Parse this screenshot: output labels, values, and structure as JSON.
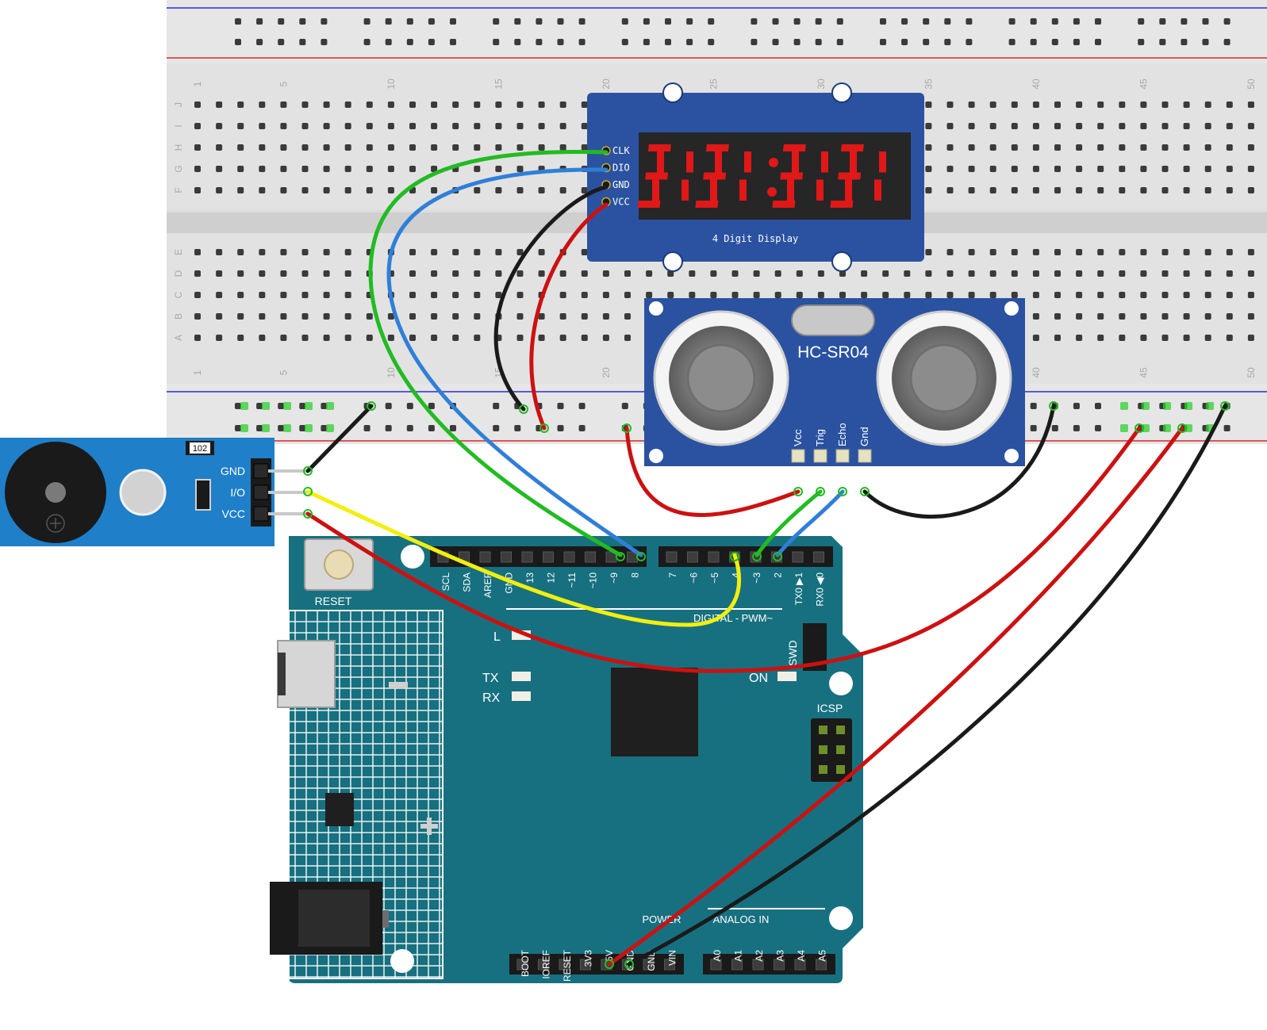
{
  "breadboard": {
    "column_numbers": [
      "1",
      "5",
      "10",
      "15",
      "20",
      "25",
      "30",
      "35",
      "40",
      "45",
      "50"
    ],
    "row_letters_top": [
      "J",
      "I",
      "H",
      "G",
      "F"
    ],
    "row_letters_bottom": [
      "E",
      "D",
      "C",
      "B",
      "A"
    ]
  },
  "display_module": {
    "label": "4 Digit Display",
    "pins": [
      "CLK",
      "DIO",
      "GND",
      "VCC"
    ],
    "digits": "88:88",
    "digit_color": "#e01818",
    "board_color": "#2a52a0"
  },
  "ultrasonic": {
    "name": "HC-SR04",
    "pins": [
      "Vcc",
      "Trig",
      "Echo",
      "Gnd"
    ],
    "board_color": "#2a52a0"
  },
  "buzzer_module": {
    "resistor_code": "102",
    "pins": [
      "GND",
      "I/O",
      "VCC"
    ],
    "board_color": "#1f7fc8"
  },
  "arduino": {
    "board_color": "#17707f",
    "reset_label": "RESET",
    "digital_top_labels": [
      "SCL",
      "SDA",
      "AREF",
      "GND",
      "13",
      "12",
      "~11",
      "~10",
      "~9",
      "8"
    ],
    "digital_bottom_labels": [
      "7",
      "~6",
      "~5",
      "4",
      "~3",
      "2",
      "TX0 ▶1",
      "RX0 ◀0"
    ],
    "section_label": "DIGITAL - PWM~",
    "led_labels": [
      "L",
      "TX",
      "RX",
      "ON"
    ],
    "swd_label": "SWD",
    "icsp_label": "ICSP",
    "power_label": "POWER",
    "analog_label": "ANALOG IN",
    "power_pins": [
      "BOOT",
      "IOREF",
      "RESET",
      "3V3",
      "5V",
      "GND",
      "GND",
      "VIN"
    ],
    "analog_pins": [
      "A0",
      "A1",
      "A2",
      "A3",
      "A4",
      "A5"
    ]
  },
  "wire_colors": {
    "red": "#cc1111",
    "black": "#1a1a1a",
    "green": "#22bb22",
    "blue": "#2f7fd8",
    "yellow": "#f2ee10"
  }
}
